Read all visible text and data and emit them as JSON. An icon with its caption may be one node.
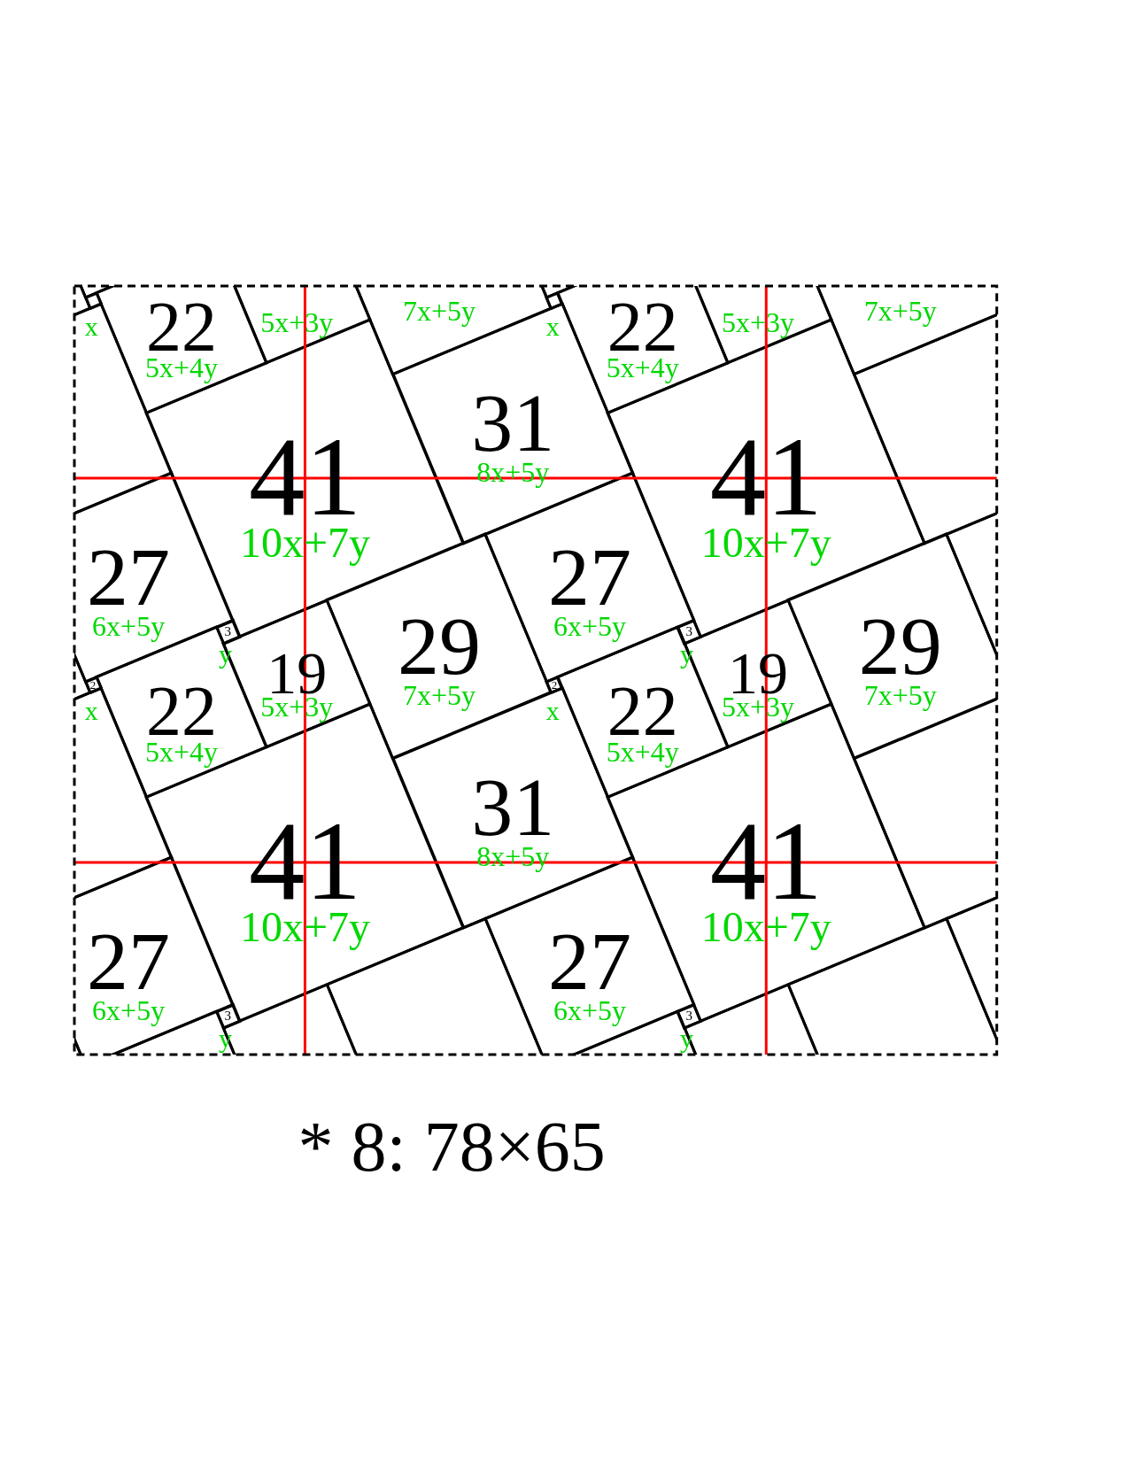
{
  "diagram": {
    "caption": "* 8: 78×65",
    "nodes": [
      {
        "text": [],
        "shape": "box",
        "beside": [
          "x"
        ]
      },
      {
        "text": [
          "22",
          "5x+4y"
        ]
      },
      {
        "text": [
          "5x+3y"
        ]
      },
      {
        "text": [
          "7x+5y"
        ]
      },
      {
        "text": [],
        "shape": "box",
        "beside": [
          "x"
        ]
      },
      {
        "text": [
          "22",
          "5x+4y"
        ]
      },
      {
        "text": [
          "5x+3y"
        ]
      },
      {
        "text": [
          "7x+5y"
        ]
      },
      {
        "text": [
          "31",
          "8x+5y"
        ]
      },
      {
        "text": [
          "41",
          "10x+7y"
        ]
      },
      {
        "text": [
          "41",
          "10x+7y"
        ]
      },
      {
        "text": [
          "27",
          "6x+5y"
        ]
      },
      {
        "text": [
          "27",
          "6x+5y"
        ]
      },
      {
        "text": [
          "3"
        ],
        "beside": [
          "y"
        ]
      },
      {
        "text": [
          "3"
        ],
        "beside": [
          "y"
        ]
      },
      {
        "text": [
          "29",
          "7x+5y"
        ]
      },
      {
        "text": [
          "29",
          "7x+5y"
        ]
      },
      {
        "text": [
          "19",
          "5x+3y"
        ]
      },
      {
        "text": [
          "19",
          "5x+3y"
        ]
      },
      {
        "text": [
          "2"
        ],
        "beside": [
          "x"
        ]
      },
      {
        "text": [
          "2"
        ],
        "beside": [
          "x"
        ]
      },
      {
        "text": [
          "22",
          "5x+4y"
        ]
      },
      {
        "text": [
          "22",
          "5x+4y"
        ]
      },
      {
        "text": [
          "31",
          "8x+5y"
        ]
      },
      {
        "text": [
          "41",
          "10x+7y"
        ]
      },
      {
        "text": [
          "41",
          "10x+7y"
        ]
      },
      {
        "text": [
          "27",
          "6x+5y"
        ]
      },
      {
        "text": [
          "27",
          "6x+5y"
        ]
      },
      {
        "text": [
          "3"
        ],
        "beside": [
          "y"
        ]
      },
      {
        "text": [
          "3"
        ],
        "beside": [
          "y"
        ]
      }
    ]
  }
}
